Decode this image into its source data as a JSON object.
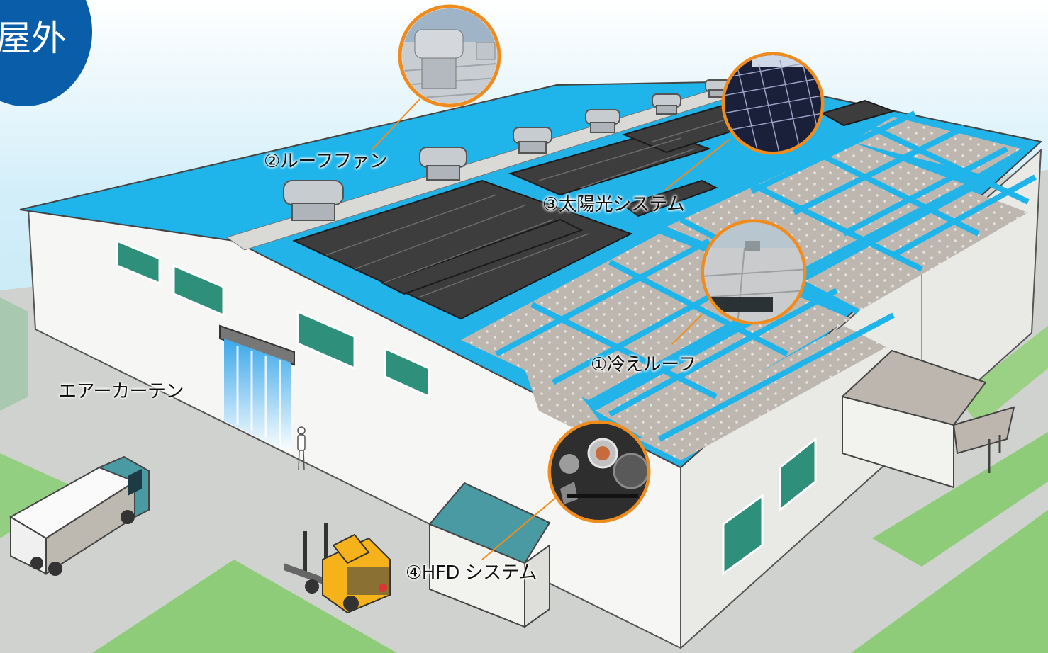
{
  "badge": {
    "label": "屋外"
  },
  "callouts": {
    "roof_fan": "②ルーフファン",
    "solar": "③太陽光システム",
    "cool_roof": "①冷えルーフ",
    "air_curtain": "エアーカーテン",
    "hfd": "④HFD システム"
  },
  "colors": {
    "badge": "#0a5da8",
    "roof_blue": "#1fb5ea",
    "callout_ring": "#f08c1e",
    "wall": "#f6f6f4",
    "window": "#2e8f7b",
    "grass": "#8fcc7a"
  }
}
